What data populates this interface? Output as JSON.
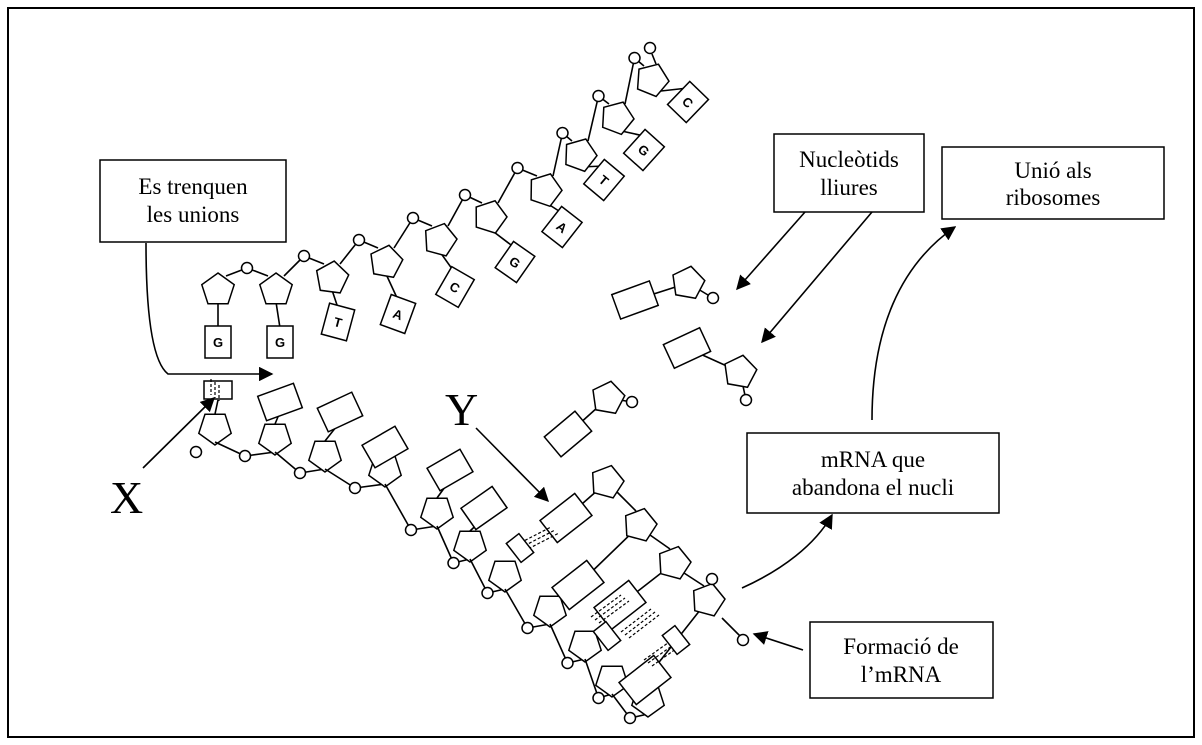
{
  "labels": {
    "break_bonds": [
      "Es trenquen",
      "les unions"
    ],
    "free_nucleotides": [
      "Nucleòtids",
      "lliures"
    ],
    "ribosome_binding": [
      "Unió als",
      "ribosomes"
    ],
    "mrna_leaves": [
      "mRNA que",
      "abandona el nucli"
    ],
    "mrna_formation": [
      "Formació de",
      "l’mRNA"
    ],
    "x_marker": "X",
    "y_marker": "Y"
  },
  "dna_template_bases": [
    "G",
    "G",
    "T",
    "A",
    "C",
    "G",
    "A",
    "T",
    "G",
    "C"
  ]
}
